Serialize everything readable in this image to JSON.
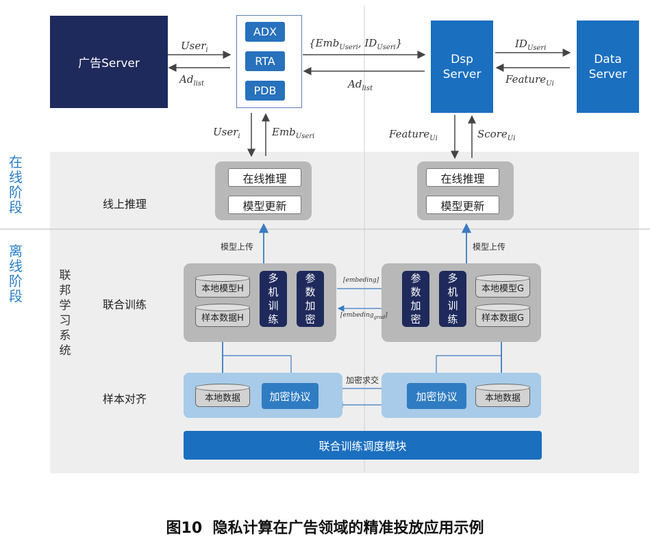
{
  "top": {
    "ad_server": "广告Server",
    "adx": "ADX",
    "rta": "RTA",
    "pdb": "PDB",
    "dsp_server": "Dsp\nServer",
    "data_server": "Data\nServer"
  },
  "labels": {
    "user_i": "User",
    "user_i_sub": "i",
    "ad_list": "Ad",
    "ad_list_sub": "list",
    "emb_user_top": "{Emb",
    "emb_user_top_sub": "Useri",
    "id_user_mid": ", ID",
    "id_user_mid_sub": "Useri",
    "emb_close": "}",
    "ad_list2": "Ad",
    "ad_list2_sub": "list",
    "id_user": "ID",
    "id_user_sub": "Useri",
    "feature_u": "Feature",
    "feature_u_sub": "Ui",
    "user_i2": "User",
    "user_i2_sub": "i",
    "emb_user": "Emb",
    "emb_user_sub": "Useri",
    "feature_u2": "Feature",
    "feature_u2_sub": "Ui",
    "score_u": "Score",
    "score_u_sub": "Ui"
  },
  "stages": {
    "online": "在\n线\n阶\n段",
    "offline": "离\n线\n阶\n段",
    "fl_system": "联\n邦\n学\n习\n系\n统"
  },
  "rows": {
    "online_inference": "线上推理",
    "joint_training": "联合训练",
    "sample_align": "样本对齐"
  },
  "online": {
    "left_infer": "在线推理",
    "left_update": "模型更新",
    "right_infer": "在线推理",
    "right_update": "模型更新",
    "upload_left": "模型上传",
    "upload_right": "模型上传"
  },
  "training": {
    "left_local_model": "本地模型H",
    "left_sample_data": "样本数据H",
    "left_multi": "多\n机\n训\n练",
    "left_enc": "参\n数\n加\n密",
    "right_enc": "参\n数\n加\n密",
    "right_multi": "多\n机\n训\n练",
    "right_local_model": "本地模型G",
    "right_sample_data": "样本数据G",
    "embeding": "[embeding]",
    "embeding_grad": "[embeding",
    "embeding_grad_sub": "grad",
    "embeding_grad_close": "]"
  },
  "align": {
    "left_data": "本地数据",
    "left_protocol": "加密协议",
    "right_protocol": "加密协议",
    "right_data": "本地数据",
    "intersect": "加密求交"
  },
  "scheduler": "联合训练调度模块",
  "caption": "图10  隐私计算在广告领域的精准投放应用示例",
  "colors": {
    "navy": "#1f2a5c",
    "blue": "#1a6fbf",
    "light_blue": "#a7cbe8",
    "stage_blue": "#2a7fc8",
    "panel": "#eeeeee"
  }
}
